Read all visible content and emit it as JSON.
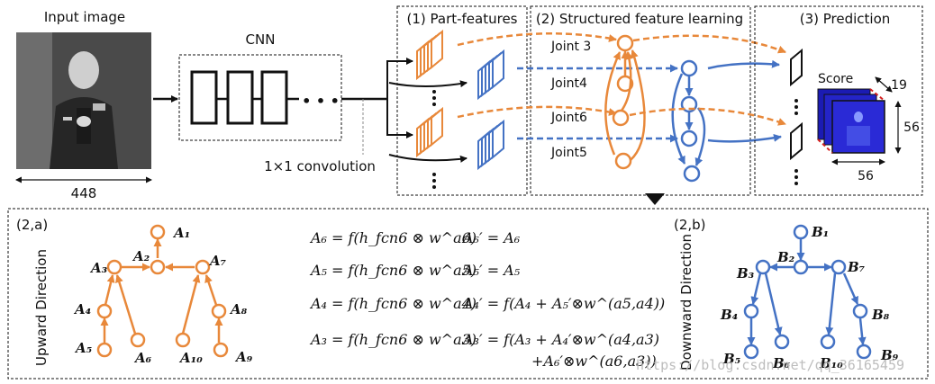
{
  "labels": {
    "input_image": "Input image",
    "input_size": "448",
    "cnn": "CNN",
    "cnn_ellipsis": "• • •",
    "conv": "1×1 convolution",
    "part_features": "(1) Part-features",
    "structured": "(2) Structured feature learning",
    "prediction": "(3) Prediction",
    "score": "Score",
    "dim_19": "19",
    "dim_56_side": "56",
    "dim_56_bottom": "56",
    "joint3": "Joint 3",
    "joint4": "Joint4",
    "joint6": "Joint6",
    "joint5": "Joint5",
    "panel_a": "(2,a)",
    "panel_b": "(2,b)",
    "upward": "Upward Direction",
    "downward": "Downward Direction"
  },
  "tree_a": {
    "A1": "A₁",
    "A2": "A₂",
    "A3": "A₃",
    "A4": "A₄",
    "A5": "A₅",
    "A6": "A₆",
    "A7": "A₇",
    "A8": "A₈",
    "A9": "A₉",
    "A10": "A₁₀"
  },
  "tree_b": {
    "B1": "B₁",
    "B2": "B₂",
    "B3": "B₃",
    "B4": "B₄",
    "B5": "B₅",
    "B6": "B₆",
    "B7": "B₇",
    "B8": "B₈",
    "B9": "B₉",
    "B10": "B₁₀"
  },
  "equations": {
    "eq1_left": "A₆ = f(h_fcn6 ⊗ w^a6)",
    "eq2_left": "A₅ = f(h_fcn6 ⊗ w^a5)",
    "eq3_left": "A₄ = f(h_fcn6 ⊗ w^a4)",
    "eq4_left": "A₃ = f(h_fcn6 ⊗ w^a3)",
    "eq1_right": "A₆′ = A₆",
    "eq2_right": "A₅′ = A₅",
    "eq3_right": "A₄′ = f(A₄ + A₅′⊗w^(a5,a4))",
    "eq4_right_1": "A₃′ = f(A₃ + A₄′⊗w^(a4,a3)",
    "eq4_right_2": "+A₆′⊗w^(a6,a3))"
  },
  "watermark": "https://blog.csdn.net/qq_36165459",
  "colors": {
    "orange": "#e8883a",
    "blue": "#4472c4",
    "red_dash": "#d62020",
    "score_blue": "#2222cc"
  }
}
